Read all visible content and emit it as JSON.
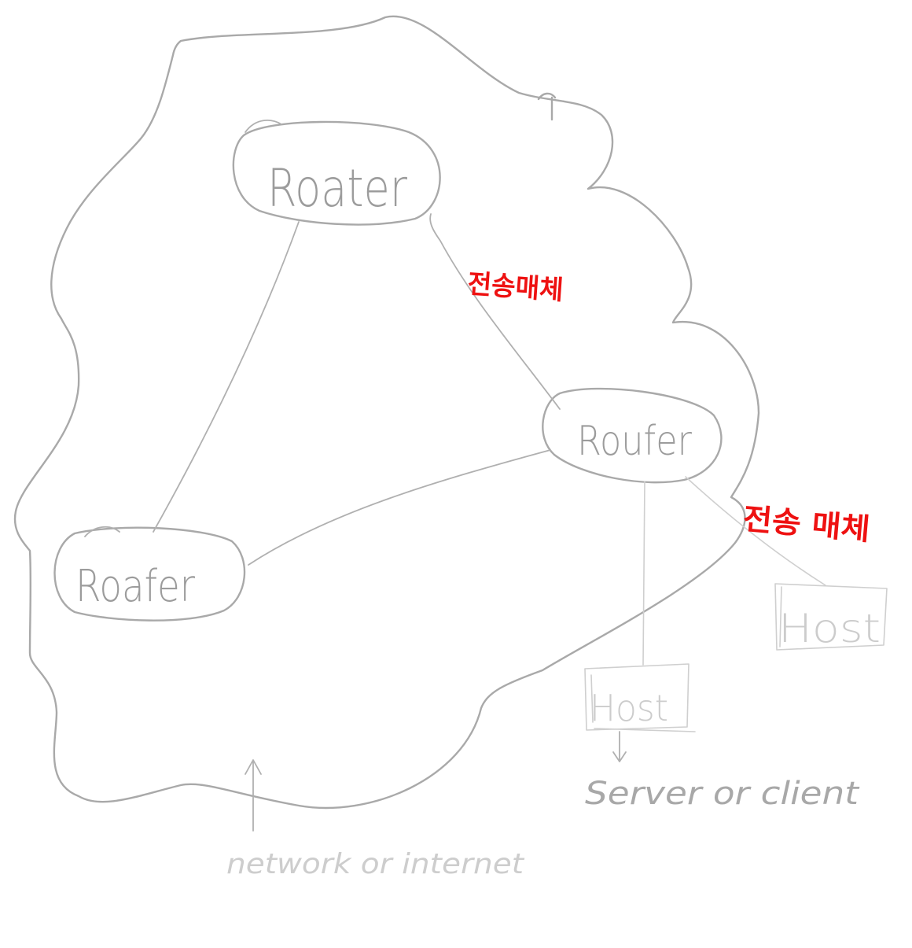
{
  "routers": [
    {
      "id": "router-top",
      "label": "Roater"
    },
    {
      "id": "router-right",
      "label": "Roufer"
    },
    {
      "id": "router-left",
      "label": "Roafer"
    }
  ],
  "hosts": [
    {
      "id": "host-bottom",
      "label": "Host"
    },
    {
      "id": "host-right",
      "label": "Host"
    }
  ],
  "media_labels": {
    "top_link": "전송매체",
    "right_link": "전송 매체"
  },
  "annotations": {
    "network": "network or internet",
    "host_role": "Server or client"
  },
  "colors": {
    "line": "#a9a9a9",
    "faint": "#cfcfcf",
    "accent_red": "#ee1111",
    "background": "#ffffff"
  }
}
